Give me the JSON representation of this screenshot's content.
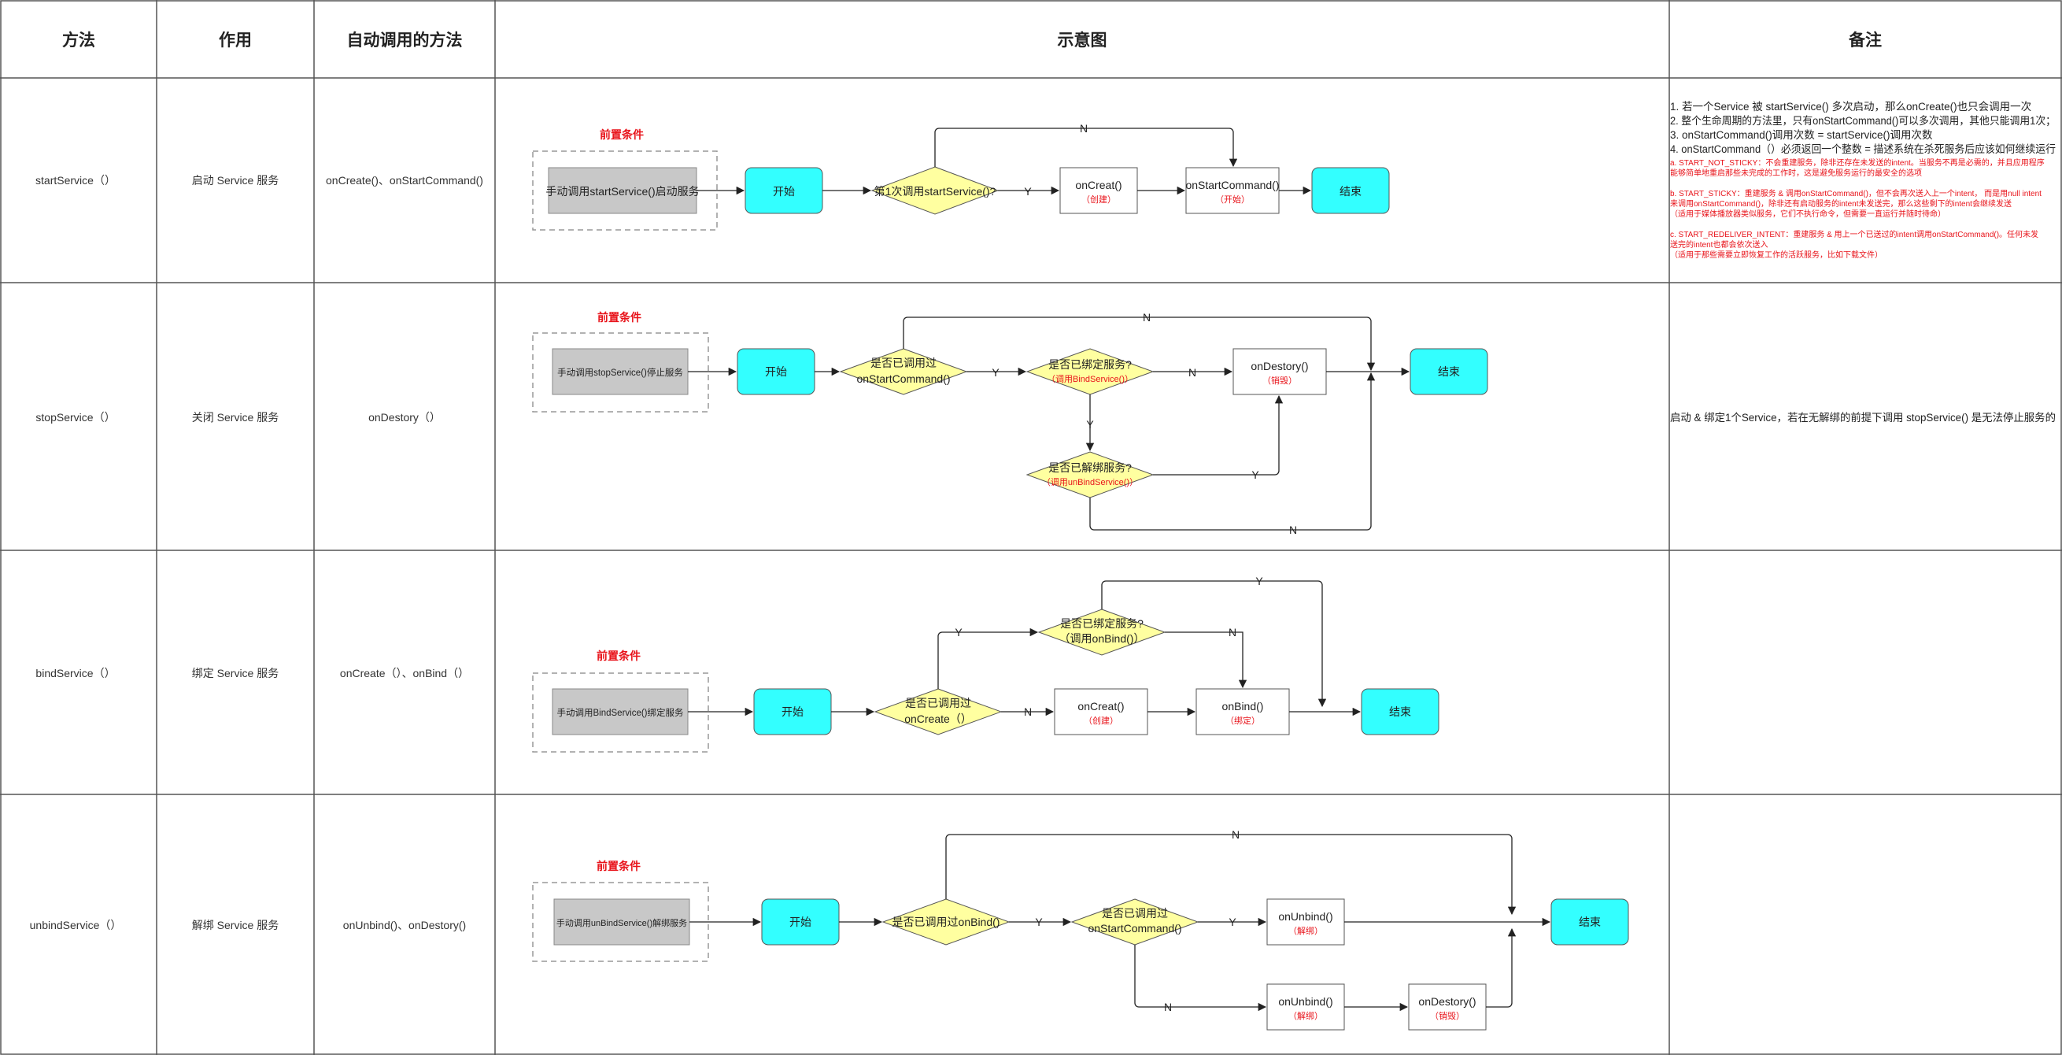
{
  "headers": [
    "方法",
    "作用",
    "自动调用的方法",
    "示意图",
    "备注"
  ],
  "rows": [
    {
      "method": "startService（）",
      "purpose": "启动 Service 服务",
      "auto": "onCreate()、onStartCommand()"
    },
    {
      "method": "stopService（）",
      "purpose": "关闭 Service 服务",
      "auto": "onDestory（）"
    },
    {
      "method": "bindService（）",
      "purpose": "绑定 Service 服务",
      "auto": "onCreate（）、onBind（）"
    },
    {
      "method": "unbindService（）",
      "purpose": "解绑 Service 服务",
      "auto": "onUnbind()、onDestory()"
    }
  ],
  "diagrams": [
    {
      "pre": "前置条件",
      "manual": "手动调用startService()启动服务",
      "start": "开始",
      "d1": "第1次调用startService()?",
      "n1": "onCreat()",
      "n1s": "（创建）",
      "n2": "onStartCommand()",
      "n2s": "（开始）",
      "end": "结束",
      "y": "Y",
      "n": "N"
    },
    {
      "pre": "前置条件",
      "manual": "手动调用stopService()停止服务",
      "start": "开始",
      "d1a": "是否已调用过",
      "d1b": "onStartCommand()",
      "d2": "是否已绑定服务?",
      "d2s": "（调用BindService()）",
      "d3": "是否已解绑服务?",
      "d3s": "（调用unBindService()）",
      "n1": "onDestory()",
      "n1s": "（销毁）",
      "end": "结束",
      "y": "Y",
      "n": "N"
    },
    {
      "pre": "前置条件",
      "manual": "手动调用BindService()绑定服务",
      "start": "开始",
      "d1a": "是否已调用过",
      "d1b": "onCreate（）",
      "d2a": "是否已绑定服务?",
      "d2b": "（调用onBind()）",
      "n1": "onCreat()",
      "n1s": "（创建）",
      "n2": "onBind()",
      "n2s": "（绑定）",
      "end": "结束",
      "y": "Y",
      "n": "N"
    },
    {
      "pre": "前置条件",
      "manual": "手动调用unBindService()解绑服务",
      "start": "开始",
      "d1": "是否已调用过onBind()",
      "d2a": "是否已调用过",
      "d2b": "onStartCommand()",
      "n1": "onUnbind()",
      "n1s": "（解绑）",
      "n2": "onUnbind()",
      "n2s": "（解绑）",
      "n3": "onDestory()",
      "n3s": "（销毁）",
      "end": "结束",
      "y": "Y",
      "n": "N"
    }
  ],
  "notes": {
    "start": [
      "1. 若一个Service 被 startService() 多次启动，那么onCreate()也只会调用一次",
      "2. 整个生命周期的方法里，只有onStartCommand()可以多次调用，其他只能调用1次；",
      "3. onStartCommand()调用次数 = startService()调用次数",
      "4. onStartCommand（）必须返回一个整数 = 描述系统在杀死服务后应该如何继续运行",
      "a. START_NOT_STICKY：不会重建服务，除非还存在未发送的intent。当服务不再是必需的，并且应用程序",
      "能够简单地重启那些未完成的工作时，这是避免服务运行的最安全的选项",
      "b. START_STICKY：重建服务 & 调用onStartCommand()，但不会再次送入上一个intent， 而是用null intent",
      "来调用onStartCommand()，除非还有启动服务的intent未发送完，那么这些剩下的intent会继续发送",
      "（适用于媒体播放器类似服务，它们不执行命令，但需要一直运行并随时待命）",
      "c. START_REDELIVER_INTENT：重建服务 & 用上一个已送过的intent调用onStartCommand()。任何未发",
      "送完的intent也都会依次送入",
      "（适用于那些需要立即恢复工作的活跃服务，比如下载文件）"
    ],
    "stop": "启动 & 绑定1个Service，若在无解绑的前提下调用 stopService() 是无法停止服务的"
  }
}
